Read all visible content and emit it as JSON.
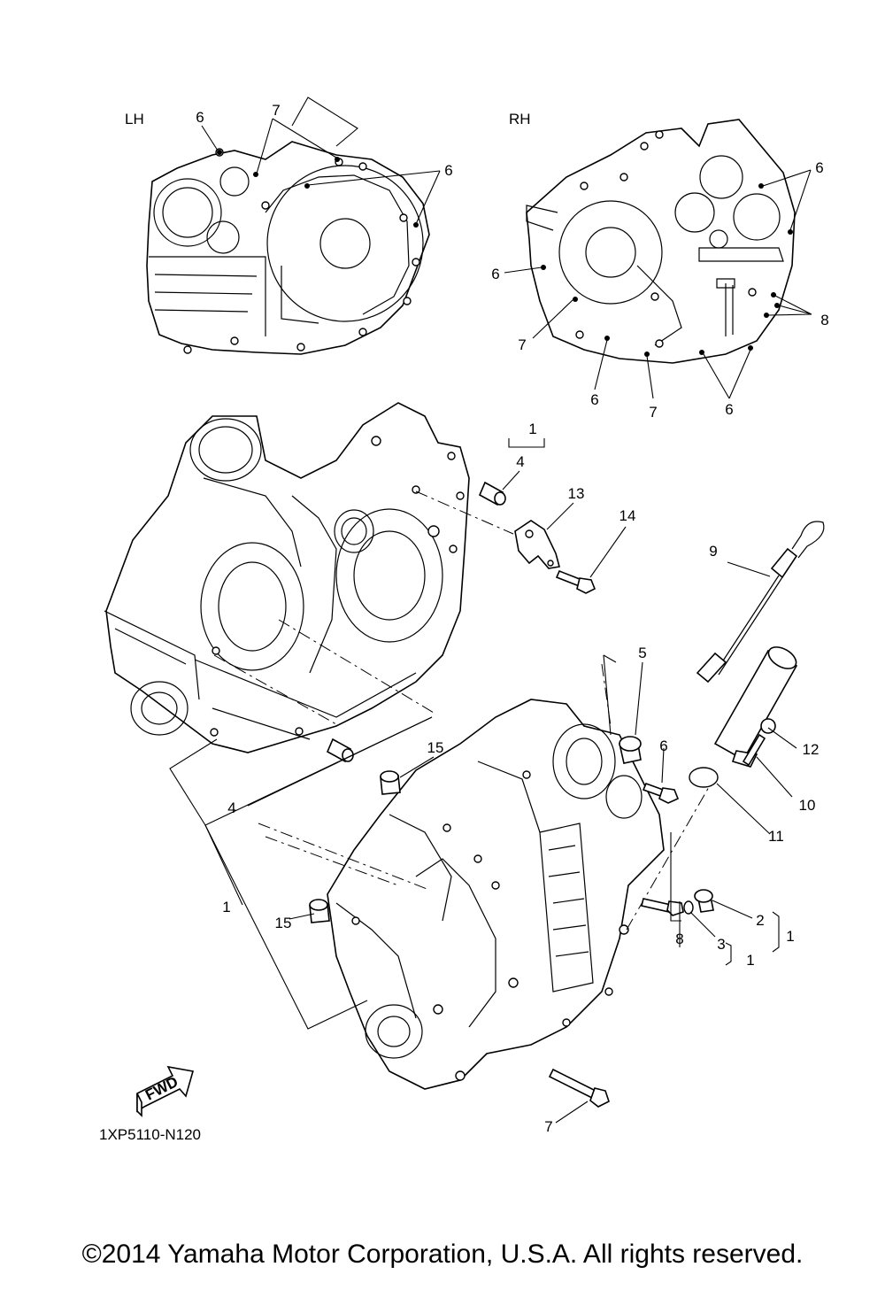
{
  "views": {
    "left_label": "LH",
    "right_label": "RH"
  },
  "callouts": [
    {
      "id": "lh-6a",
      "text": "6"
    },
    {
      "id": "lh-7",
      "text": "7"
    },
    {
      "id": "lh-6b",
      "text": "6"
    },
    {
      "id": "rh-6a",
      "text": "6"
    },
    {
      "id": "rh-6b",
      "text": "6"
    },
    {
      "id": "rh-8",
      "text": "8"
    },
    {
      "id": "rh-7a",
      "text": "7"
    },
    {
      "id": "rh-6c",
      "text": "6"
    },
    {
      "id": "rh-7b",
      "text": "7"
    },
    {
      "id": "rh-6d",
      "text": "6"
    },
    {
      "id": "p1-top",
      "text": "1"
    },
    {
      "id": "p4-top",
      "text": "4"
    },
    {
      "id": "p13",
      "text": "13"
    },
    {
      "id": "p14",
      "text": "14"
    },
    {
      "id": "p9",
      "text": "9"
    },
    {
      "id": "p5",
      "text": "5"
    },
    {
      "id": "p12",
      "text": "12"
    },
    {
      "id": "p6",
      "text": "6"
    },
    {
      "id": "p10",
      "text": "10"
    },
    {
      "id": "p11",
      "text": "11"
    },
    {
      "id": "p15a",
      "text": "15"
    },
    {
      "id": "p4-mid",
      "text": "4"
    },
    {
      "id": "p1-left",
      "text": "1"
    },
    {
      "id": "p15b",
      "text": "15"
    },
    {
      "id": "p2",
      "text": "2"
    },
    {
      "id": "p1-r2",
      "text": "1"
    },
    {
      "id": "p3",
      "text": "3"
    },
    {
      "id": "p1-r3",
      "text": "1"
    },
    {
      "id": "p8",
      "text": "8"
    },
    {
      "id": "p7",
      "text": "7"
    }
  ],
  "fwd_label": "FWD",
  "diagram_code": "1XP5110-N120",
  "copyright": "©2014 Yamaha Motor Corporation, U.S.A. All rights reserved."
}
